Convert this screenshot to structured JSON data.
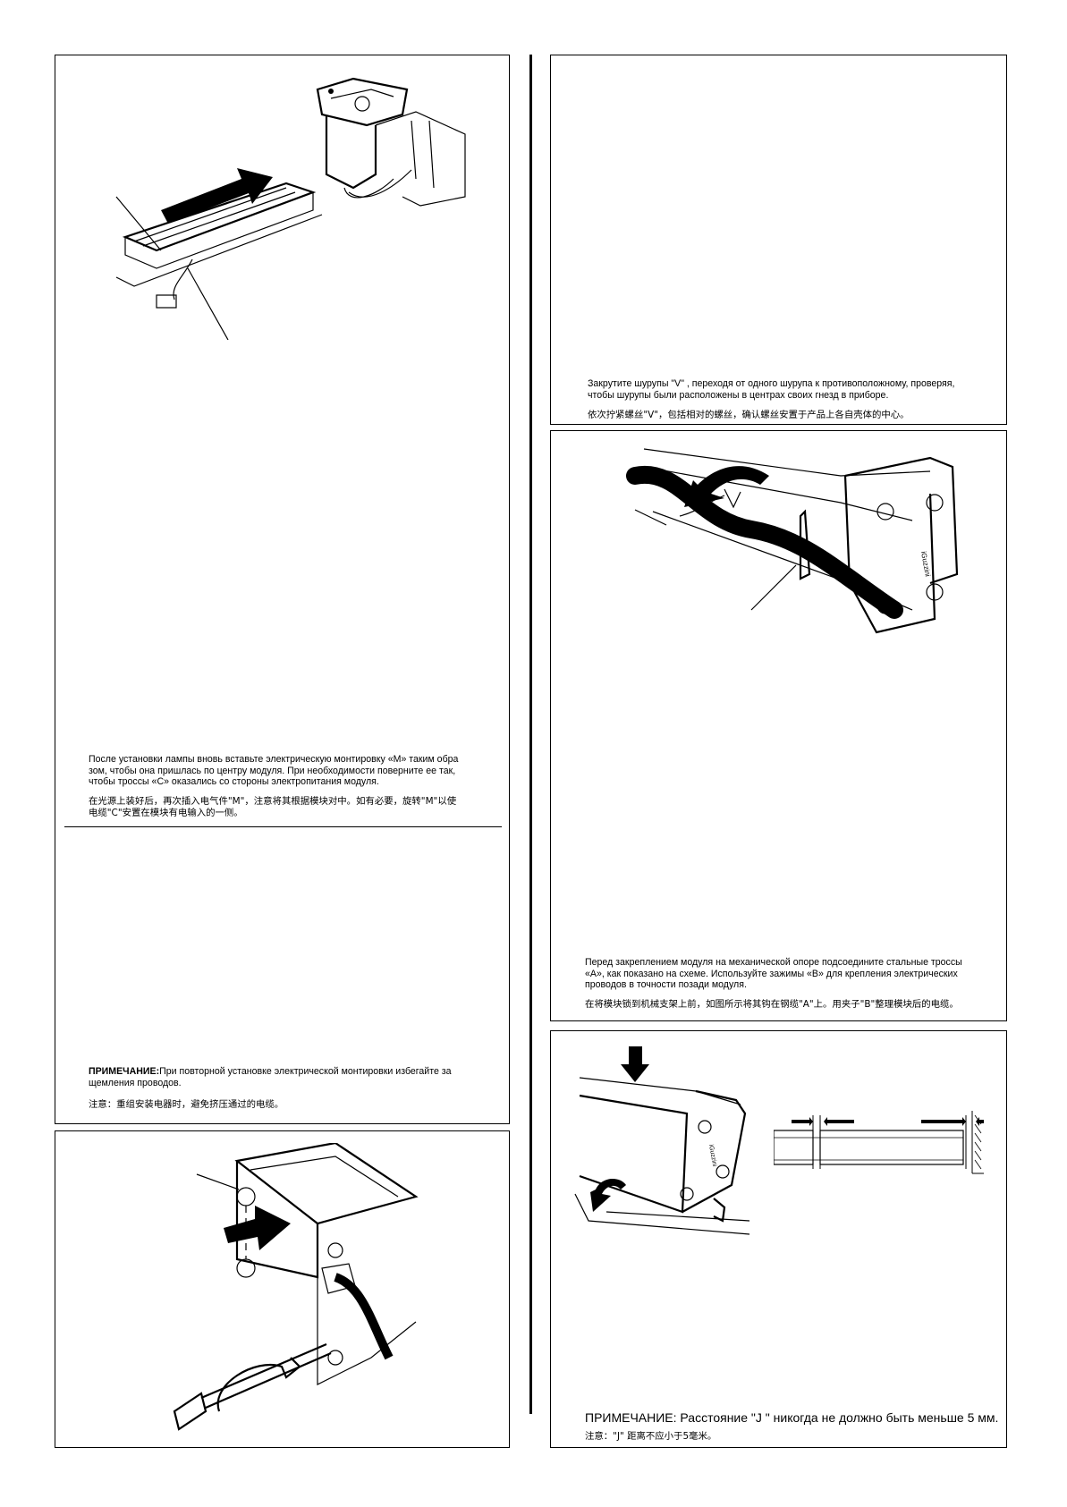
{
  "left": {
    "panel1": {
      "ru": "После установки лампы вновь вставьте электрическую монтировку «М» таким обра\nзом, чтобы она пришлась по центру модуля. При необходимости поверните ее так,\nчтобы троссы «С» оказались со стороны электропитания модуля.",
      "cn": "在光源上装好后，再次插入电气件\"M\"，注意将其根据模块对中。如有必要，旋转\"M\"以使\n电缆\"C\"安置在模块有电输入的一侧。",
      "note_label": "ПРИМЕЧАНИЕ:",
      "note_ru": "При повторной установке электрической монтировки избегайте за\nщемления проводов.",
      "note_cn": "注意：重组安装电器时，避免挤压通过的电缆。"
    }
  },
  "right": {
    "panel1": {
      "ru": "Закрутите шурупы \"V\" , переходя от одного шурупа к противоположному, проверяя,\nчтобы шурупы были расположены в центрах своих гнезд в приборе.",
      "cn": "依次拧紧螺丝\"V\"，包括相对的螺丝，确认螺丝安置于产品上各自壳体的中心。"
    },
    "panel2": {
      "ru": "Перед закреплением модуля на механической опоре подсоедините стальные троссы\n«А», как показано на схеме. Используйте зажимы «В» для крепления электрических\nпроводов в точности позади модуля.",
      "cn": "在将模块锁到机械支架上前，如图所示将其钩在钢缆\"A\"上。用夹子\"B\"整理模块后的电缆。",
      "brand": "iGuzzini"
    },
    "panel3": {
      "note_ru": "ПРИМЕЧАНИЕ: Расстояние \"J \" никогда не должно быть меньше 5 мм.",
      "note_cn": "注意：\"J\" 距离不应小于5毫米。",
      "brand": "iGuzzini"
    }
  }
}
